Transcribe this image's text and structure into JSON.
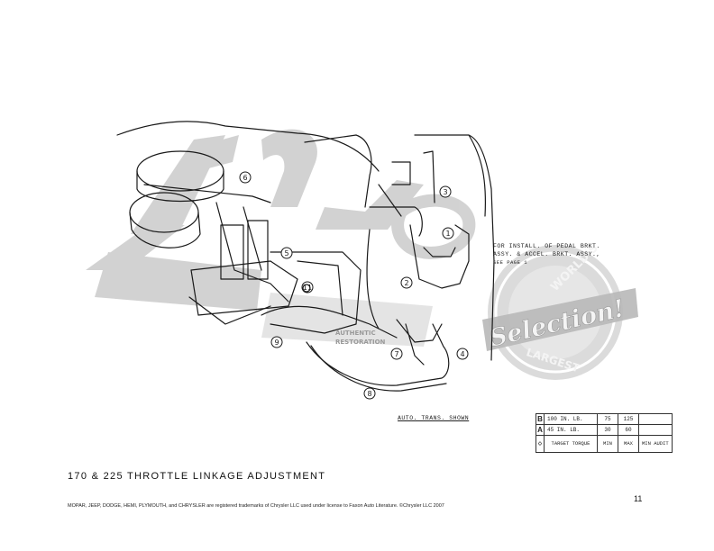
{
  "page": {
    "title": "170 & 225 THROTTLE LINKAGE ADJUSTMENT",
    "page_number": "11",
    "footer": "MOPAR, JEEP, DODGE, HEMI, PLYMOUTH, and CHRYSLER are registered trademarks of Chrysler LLC used under license to Faxon Auto Literature. ©Chrysler LLC 2007"
  },
  "diagram": {
    "callouts": [
      "1",
      "2",
      "3",
      "4",
      "5",
      "6",
      "7",
      "8",
      "9",
      "11"
    ],
    "install_note": [
      "FOR INSTALL. OF PEDAL BRKT.",
      "ASSY. & ACCEL. BRKT. ASSY.,",
      "SEE PAGE 1"
    ],
    "caption": "AUTO. TRANS. SHOWN",
    "watermark_text": [
      "AUTHENTIC",
      "RESTORATION",
      "WORLD'S",
      "Selection!",
      "LARGEST"
    ]
  },
  "torque_table": {
    "rows": [
      {
        "mark": "B",
        "spec": "100 IN. LB.",
        "min": "75",
        "max": "125",
        "audit": ""
      },
      {
        "mark": "A",
        "spec": "45 IN. LB.",
        "min": "30",
        "max": "60",
        "audit": ""
      }
    ],
    "header": {
      "spec": "TARGET TORQUE",
      "min": "MIN",
      "max": "MAX",
      "audit": "MIN AUDIT"
    }
  }
}
